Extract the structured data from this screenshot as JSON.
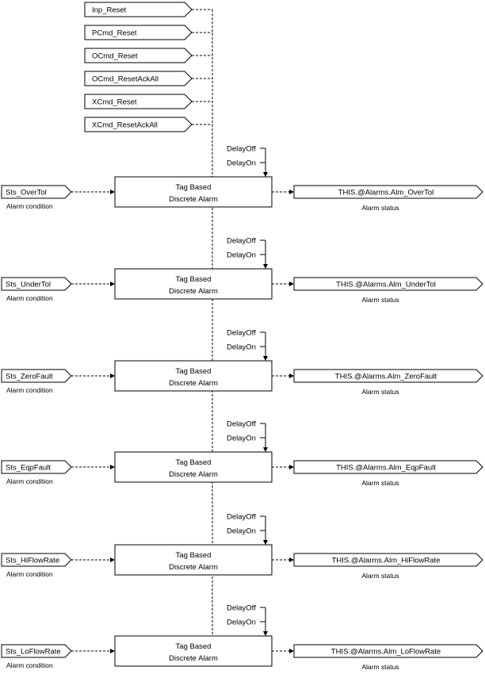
{
  "reset_inputs": [
    "Inp_Reset",
    "PCmd_Reset",
    "OCmd_Reset",
    "OCmd_ResetAckAll",
    "XCmd_Reset",
    "XCmd_ResetAckAll"
  ],
  "alarms": [
    {
      "condition_tag": "Sts_OverTol",
      "condition_caption": "Alarm condition",
      "block_line1": "Tag Based",
      "block_line2": "Discrete Alarm",
      "delay_off": "DelayOff",
      "delay_on": "DelayOn",
      "status_tag": "THIS.@Alarms.Alm_OverTol",
      "status_caption": "Alarm status"
    },
    {
      "condition_tag": "Sts_UnderTol",
      "condition_caption": "Alarm condition",
      "block_line1": "Tag Based",
      "block_line2": "Discrete Alarm",
      "delay_off": "DelayOff",
      "delay_on": "DelayOn",
      "status_tag": "THIS.@Alarms.Alm_UnderTol",
      "status_caption": "Alarm status"
    },
    {
      "condition_tag": "Sts_ZeroFault",
      "condition_caption": "Alarm condition",
      "block_line1": "Tag Based",
      "block_line2": "Discrete Alarm",
      "delay_off": "DelayOff",
      "delay_on": "DelayOn",
      "status_tag": "THIS.@Alarms.Alm_ZeroFault",
      "status_caption": "Alarm status"
    },
    {
      "condition_tag": "Sts_EqpFault",
      "condition_caption": "Alarm condition",
      "block_line1": "Tag Based",
      "block_line2": "Discrete Alarm",
      "delay_off": "DelayOff",
      "delay_on": "DelayOn",
      "status_tag": "THIS.@Alarms.Alm_EqpFault",
      "status_caption": "Alarm status"
    },
    {
      "condition_tag": "Sts_HiFlowRate",
      "condition_caption": "Alarm condition",
      "block_line1": "Tag Based",
      "block_line2": "Discrete Alarm",
      "delay_off": "DelayOff",
      "delay_on": "DelayOn",
      "status_tag": "THIS.@Alarms.Alm_HiFlowRate",
      "status_caption": "Alarm status"
    },
    {
      "condition_tag": "Sts_LoFlowRate",
      "condition_caption": "Alarm condition",
      "block_line1": "Tag Based",
      "block_line2": "Discrete Alarm",
      "delay_off": "DelayOff",
      "delay_on": "DelayOn",
      "status_tag": "THIS.@Alarms.Alm_LoFlowRate",
      "status_caption": "Alarm status"
    }
  ]
}
